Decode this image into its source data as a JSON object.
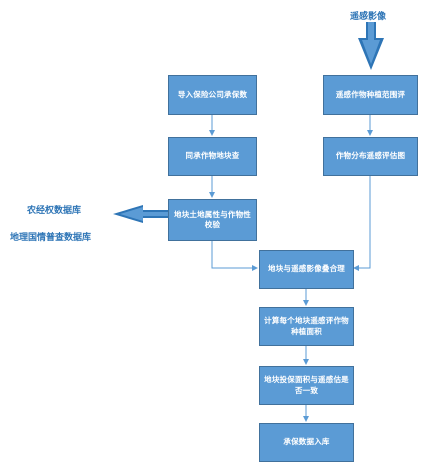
{
  "sources": {
    "remote_sensing_image": "遥感影像",
    "land_rights_db": "农经权数据库",
    "land_survey_db": "地理国情普查数据库"
  },
  "nodes": {
    "import_policy": "导入保险公司承保数",
    "match_plot": "同承作物地块查",
    "verify_attr": "地块土地属性与作物性校验",
    "rs_crop_eval": "遥感作物种植范围评",
    "crop_dist": "作物分布遥感评估图",
    "overlay": "地块与遥感影像叠合理",
    "calc_area": "计算每个地块遥感评作物种植面积",
    "consistency": "地块投保面积与遥感估是否一致",
    "store": "承保数据入库"
  },
  "colors": {
    "box_fill": "#5b9bd5",
    "box_border": "#41719c",
    "label_text": "#2e75b6"
  }
}
